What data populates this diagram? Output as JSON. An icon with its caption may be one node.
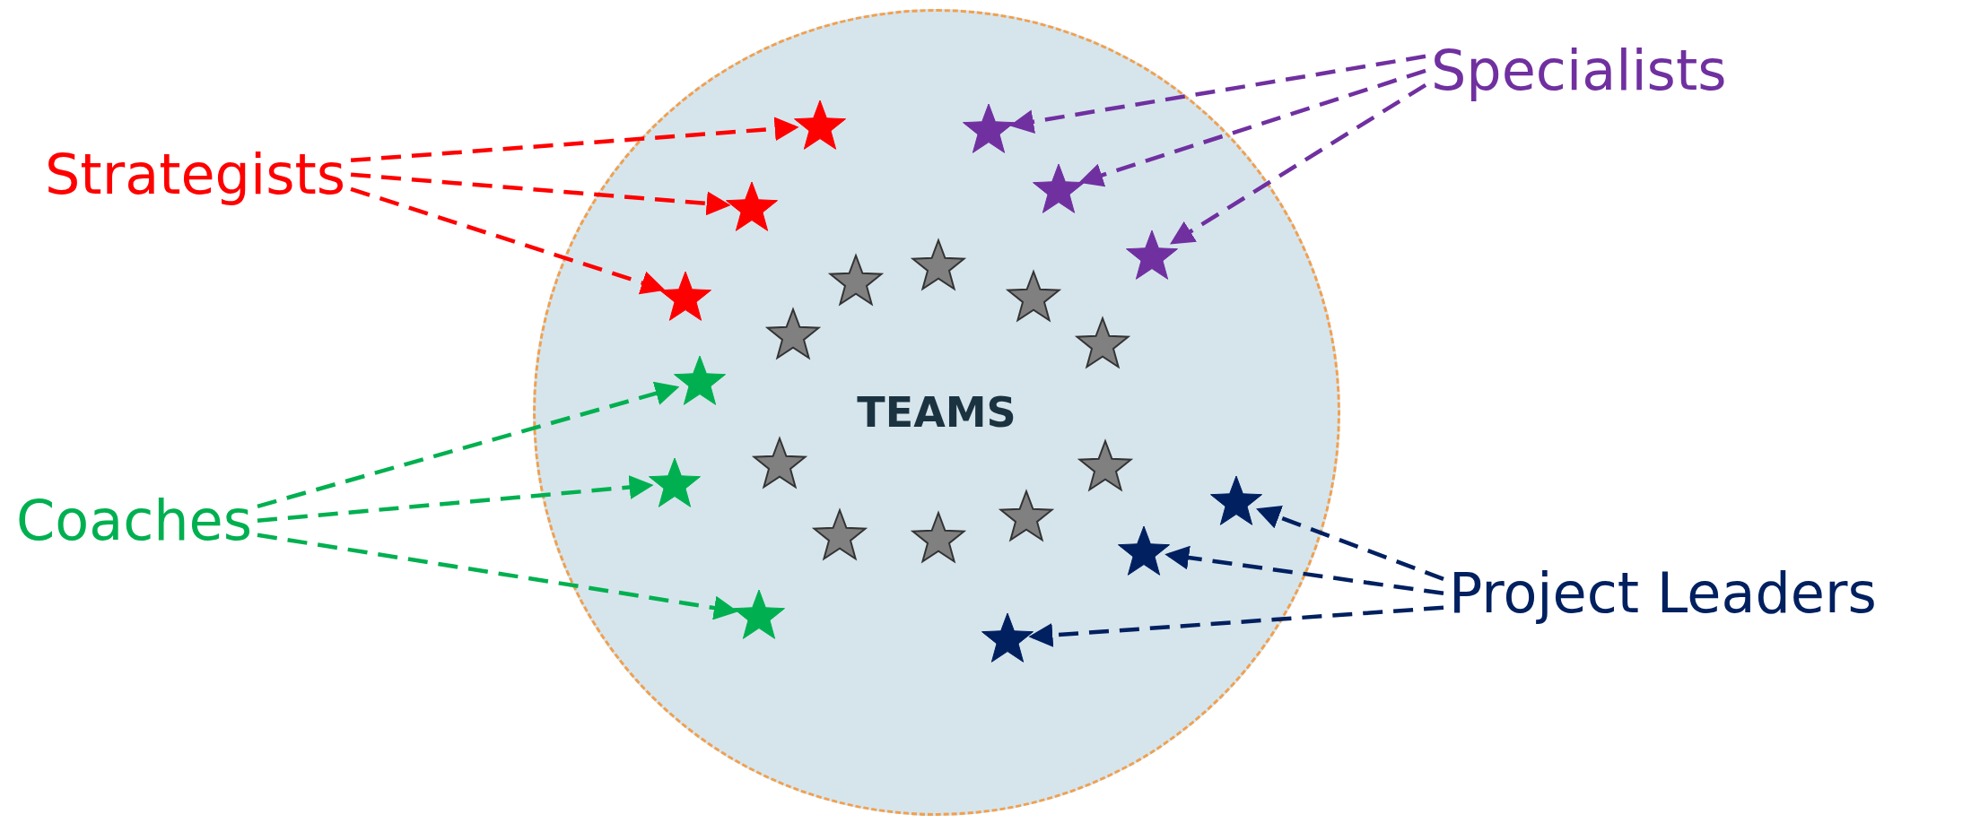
{
  "diagram": {
    "nodes": [
      {
        "text": [
          "Strategists"
        ]
      },
      {
        "text": [
          "Specialists"
        ]
      },
      {
        "text": [
          "Coaches"
        ]
      },
      {
        "text": [
          "Project Leaders"
        ]
      },
      {
        "text": [
          "TEAMS"
        ]
      },
      {
        "text": [],
        "shape": "star",
        "in": 4
      },
      {
        "text": [],
        "shape": "star",
        "in": 4
      },
      {
        "text": [],
        "shape": "star",
        "in": 4
      },
      {
        "text": [],
        "shape": "star",
        "in": 4
      },
      {
        "text": [],
        "shape": "star",
        "in": 4
      },
      {
        "text": [],
        "shape": "star",
        "in": 4
      },
      {
        "text": [],
        "shape": "star",
        "in": 4
      },
      {
        "text": [],
        "shape": "star",
        "in": 4
      },
      {
        "text": [],
        "shape": "star",
        "in": 4
      },
      {
        "text": [],
        "shape": "star",
        "in": 4
      },
      {
        "text": [],
        "shape": "star",
        "in": 4
      },
      {
        "text": [],
        "shape": "star",
        "in": 4
      },
      {
        "text": [],
        "shape": "star",
        "in": 4
      },
      {
        "text": [],
        "shape": "star",
        "in": 4
      },
      {
        "text": [],
        "shape": "star",
        "in": 4
      },
      {
        "text": [],
        "shape": "star",
        "in": 4
      },
      {
        "text": [],
        "shape": "star",
        "in": 4
      },
      {
        "text": [],
        "shape": "star",
        "in": 4
      },
      {
        "text": [],
        "shape": "star",
        "in": 4
      },
      {
        "text": [],
        "shape": "star",
        "in": 4
      },
      {
        "text": [],
        "shape": "star",
        "in": 4
      },
      {
        "text": [],
        "shape": "star",
        "in": 4
      }
    ],
    "edges": [
      {
        "from": 0,
        "to": 5,
        "arrow": "to",
        "style": "dashed",
        "color": "#ff0000"
      },
      {
        "from": 0,
        "to": 6,
        "arrow": "to",
        "style": "dashed",
        "color": "#ff0000"
      },
      {
        "from": 0,
        "to": 7,
        "arrow": "to",
        "style": "dashed",
        "color": "#ff0000"
      },
      {
        "from": 1,
        "to": 8,
        "arrow": "to",
        "style": "dashed",
        "color": "#7030a0"
      },
      {
        "from": 1,
        "to": 9,
        "arrow": "to",
        "style": "dashed",
        "color": "#7030a0"
      },
      {
        "from": 1,
        "to": 10,
        "arrow": "to",
        "style": "dashed",
        "color": "#7030a0"
      },
      {
        "from": 2,
        "to": 11,
        "arrow": "to",
        "style": "dashed",
        "color": "#00b050"
      },
      {
        "from": 2,
        "to": 12,
        "arrow": "to",
        "style": "dashed",
        "color": "#00b050"
      },
      {
        "from": 2,
        "to": 13,
        "arrow": "to",
        "style": "dashed",
        "color": "#00b050"
      },
      {
        "from": 3,
        "to": 14,
        "arrow": "to",
        "style": "dashed",
        "color": "#002060"
      },
      {
        "from": 3,
        "to": 15,
        "arrow": "to",
        "style": "dashed",
        "color": "#002060"
      },
      {
        "from": 3,
        "to": 16,
        "arrow": "to",
        "style": "dashed",
        "color": "#002060"
      }
    ]
  }
}
